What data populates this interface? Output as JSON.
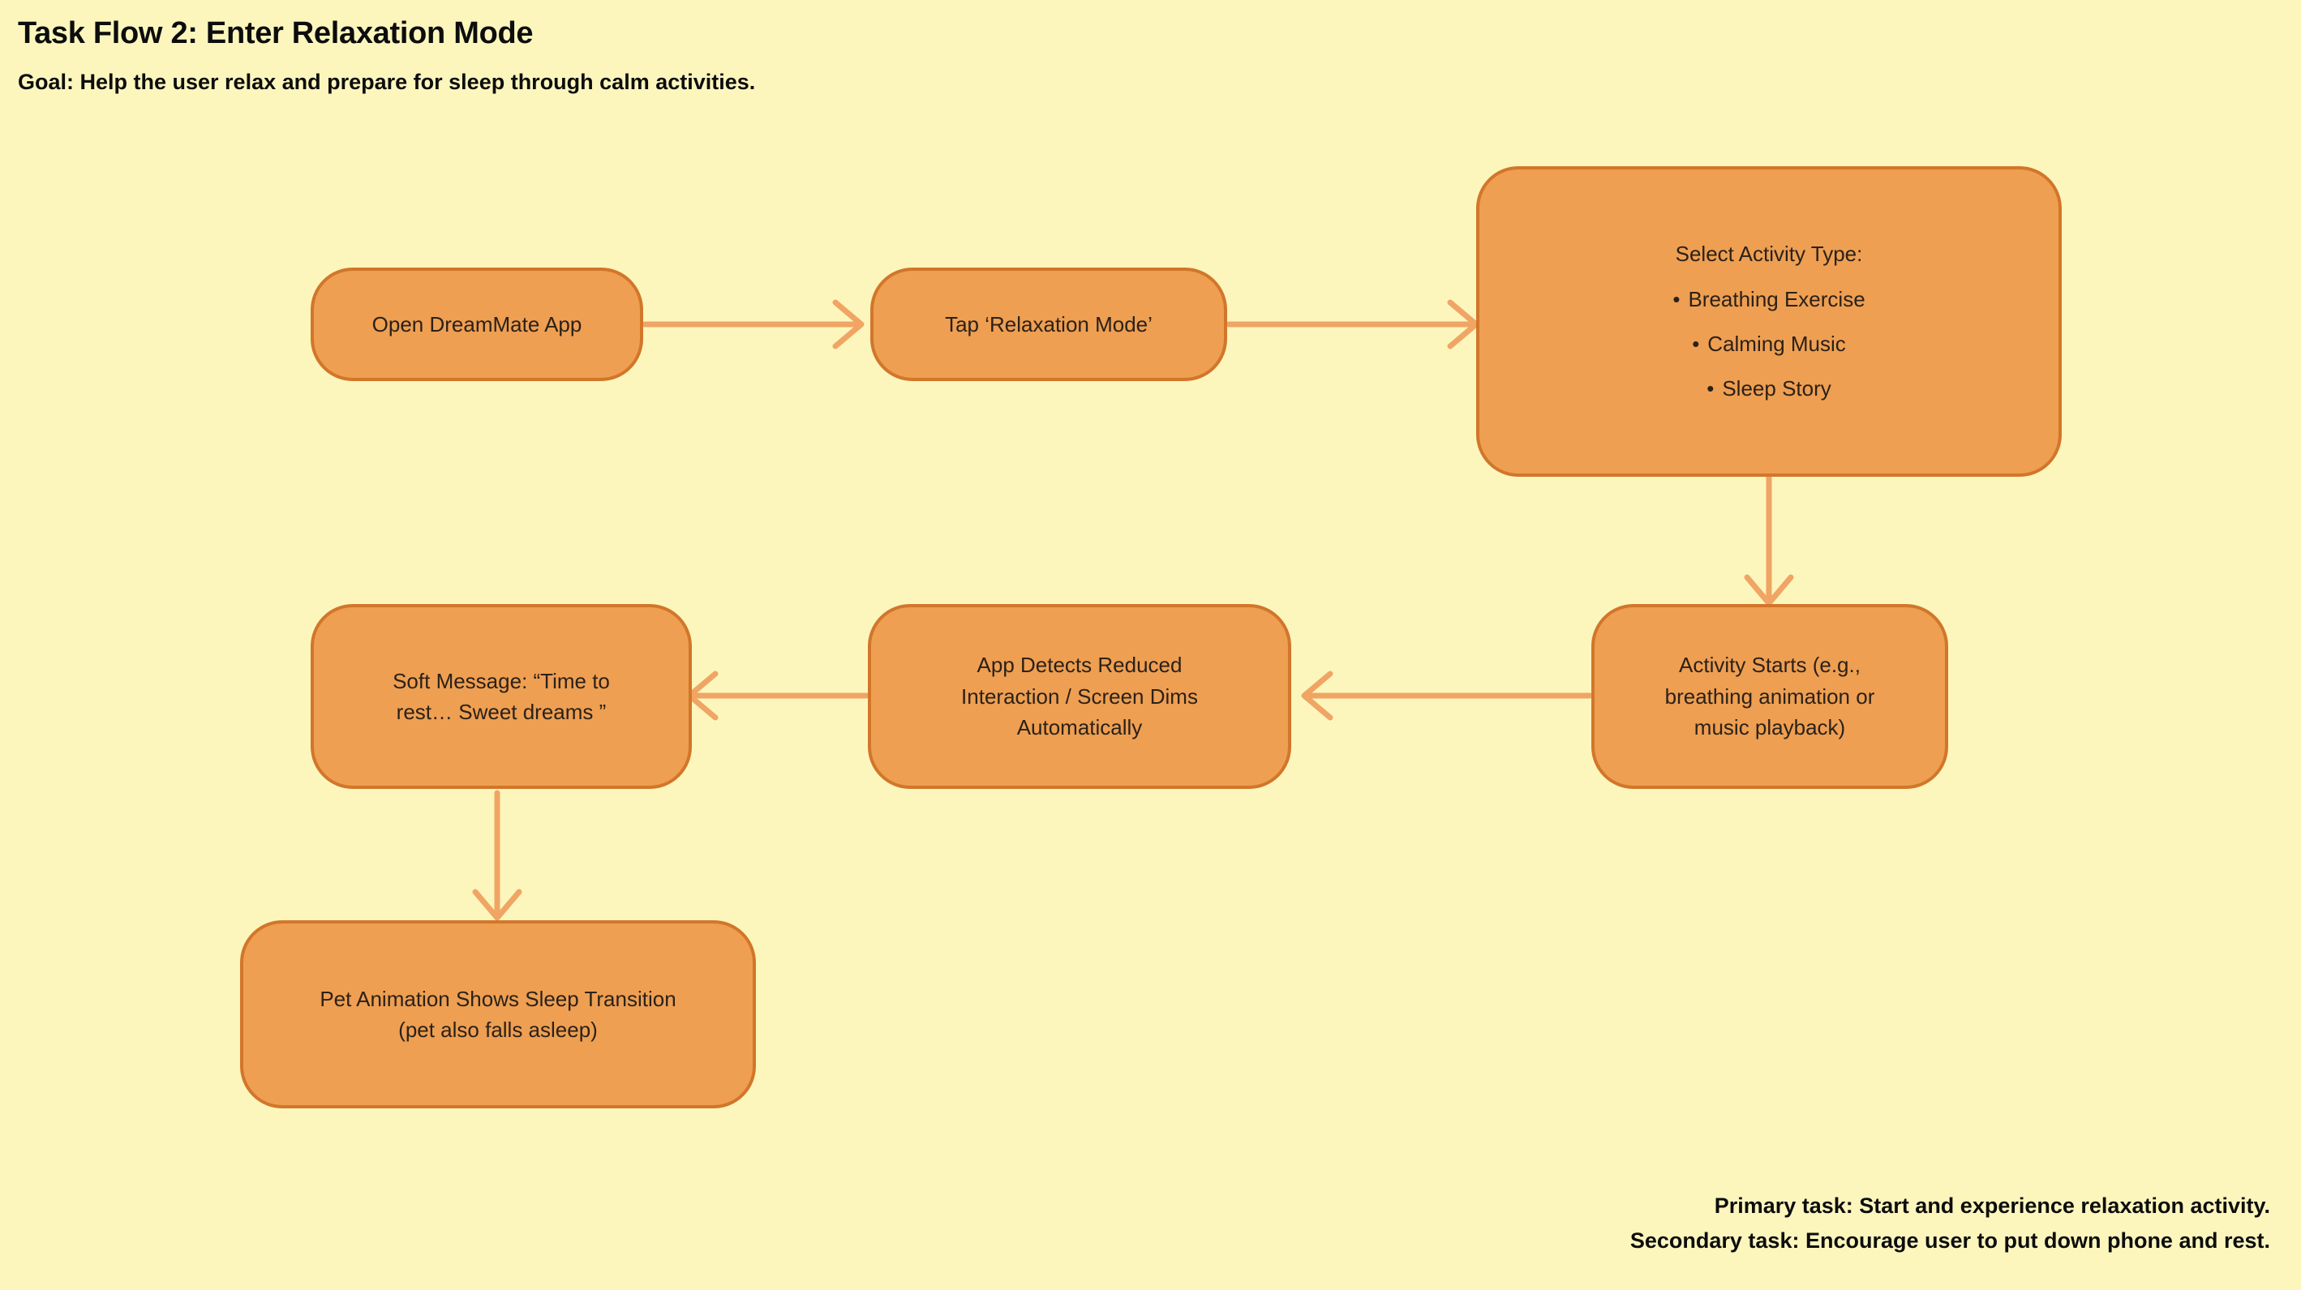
{
  "page": {
    "title": "Task Flow 2: Enter Relaxation Mode",
    "goal": "Goal: Help the user relax and prepare for sleep through calm activities.",
    "background_color": "#fcf6bd",
    "node_fill_color": "#ee9f52",
    "node_border_color": "#d2762a",
    "arrow_color": "#f0a564",
    "text_color": "#2b2118"
  },
  "flow": {
    "nodes": [
      {
        "id": "open-app",
        "label": "Open DreamMate App"
      },
      {
        "id": "tap-relaxation",
        "label": "Tap ‘Relaxation Mode’"
      },
      {
        "id": "select-activity",
        "heading": "Select Activity Type:",
        "items": [
          "Breathing Exercise",
          "Calming Music",
          "Sleep Story"
        ]
      },
      {
        "id": "activity-starts",
        "label": "Activity Starts (e.g.,\nbreathing animation or\nmusic playback)"
      },
      {
        "id": "app-detects",
        "label": "App Detects Reduced\nInteraction / Screen Dims\nAutomatically"
      },
      {
        "id": "soft-message",
        "label": "Soft Message: “Time to\nrest… Sweet dreams ”"
      },
      {
        "id": "pet-animation",
        "label": "Pet Animation Shows Sleep Transition\n(pet also falls asleep)"
      }
    ],
    "edges": [
      {
        "from": "open-app",
        "to": "tap-relaxation",
        "direction": "right"
      },
      {
        "from": "tap-relaxation",
        "to": "select-activity",
        "direction": "right"
      },
      {
        "from": "select-activity",
        "to": "activity-starts",
        "direction": "down"
      },
      {
        "from": "activity-starts",
        "to": "app-detects",
        "direction": "left"
      },
      {
        "from": "app-detects",
        "to": "soft-message",
        "direction": "left"
      },
      {
        "from": "soft-message",
        "to": "pet-animation",
        "direction": "down"
      }
    ]
  },
  "footer": {
    "primary": "Primary task: Start and experience relaxation activity.",
    "secondary": "Secondary task: Encourage user to put down phone and rest."
  }
}
